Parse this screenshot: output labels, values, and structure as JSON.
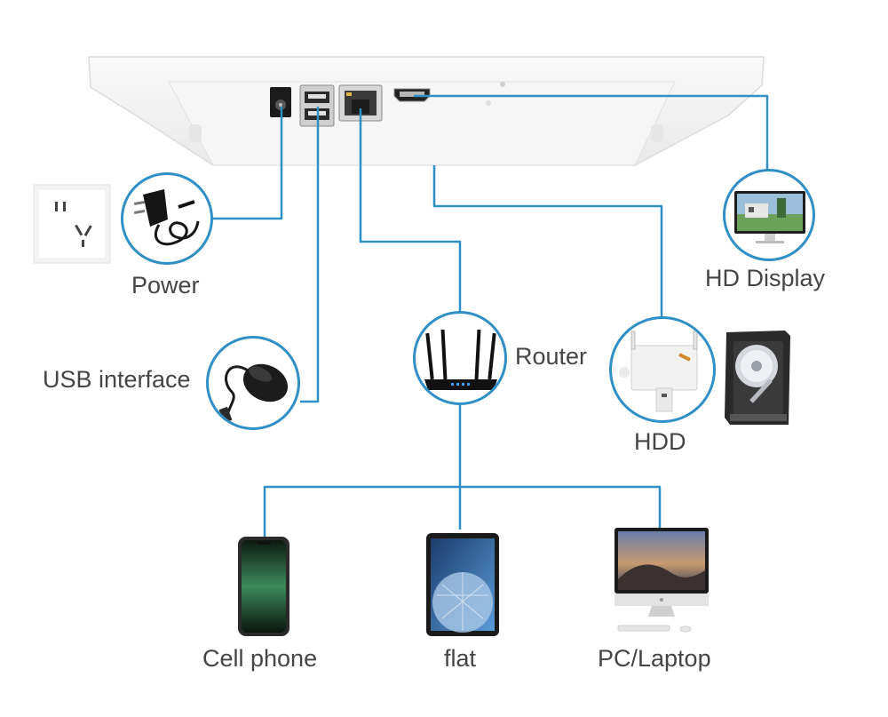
{
  "labels": {
    "power": "Power",
    "usb": "USB interface",
    "router": "Router",
    "hd_display": "HD Display",
    "hdd": "HDD",
    "cell_phone": "Cell phone",
    "flat": "flat",
    "pc_laptop": "PC/Laptop"
  },
  "colors": {
    "connector_line": "#2f8fc6",
    "device_body": "#f4f4f4",
    "label_text": "#454545"
  },
  "icons": {
    "power": "power-adapter-icon",
    "usb": "mouse-icon",
    "router": "router-icon",
    "display": "monitor-icon",
    "hdd": "hard-drive-icon",
    "phone": "smartphone-icon",
    "tablet": "tablet-icon",
    "pc": "desktop-computer-icon"
  }
}
